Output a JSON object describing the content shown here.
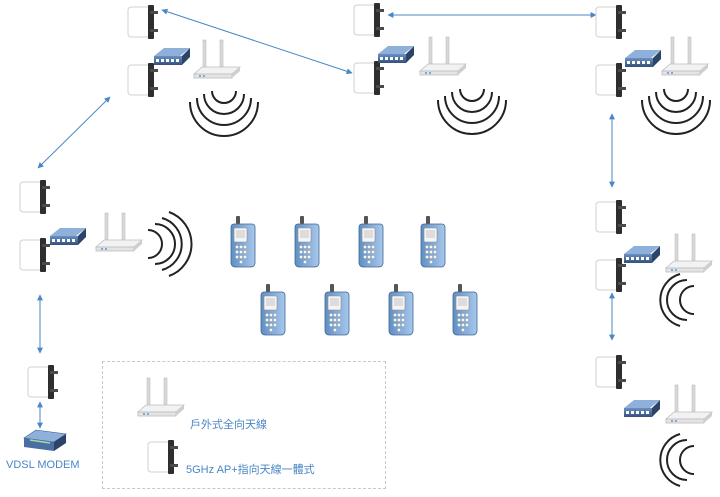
{
  "modem": {
    "label": "VDSL MODEM"
  },
  "legend": {
    "router_label": "戶外式全向天線",
    "panel_label": "5GHz AP+指向天線一體式"
  },
  "colors": {
    "link_arrow": "#4a86c5",
    "label_text": "#4a86c5",
    "panel_body": "#ffffff",
    "panel_bracket": "#333333",
    "switch_body": "#4a6fa5",
    "phone_body": "#7fa9d6",
    "wave": "#222222"
  },
  "icons": [
    "panel-antenna-icon",
    "network-switch-icon",
    "wifi-router-icon",
    "wifi-wave-icon",
    "mobile-phone-icon",
    "vdsl-modem-icon"
  ]
}
